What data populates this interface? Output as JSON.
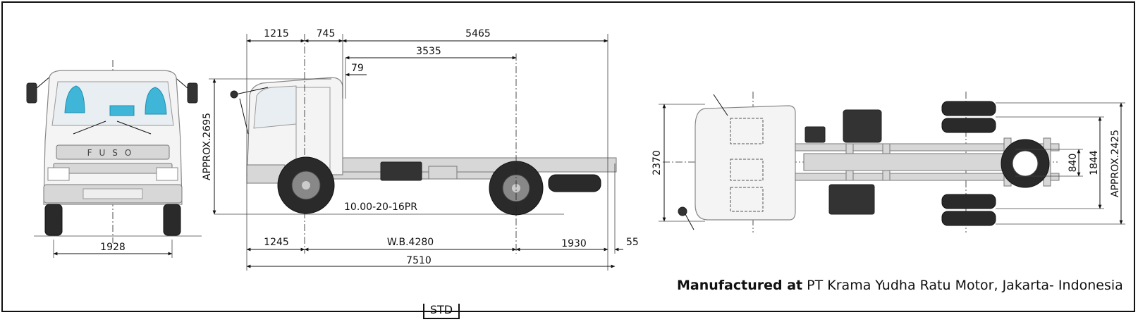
{
  "front_view": {
    "width": "1928",
    "brand": "FUSO"
  },
  "side_view": {
    "top_dims": {
      "overhang_cab": "1215",
      "cab_gap": "745",
      "body_length": "5465",
      "axle_to_axle_inner": "3535",
      "cab_clearance": "79"
    },
    "height": "APPROX.2695",
    "tire_size": "10.00-20-16PR",
    "bottom_dims": {
      "front_overhang": "1245",
      "wheelbase": "W.B.4280",
      "rear_overhang": "1930",
      "rear_extra": "55"
    },
    "overall_length": "7510"
  },
  "top_view": {
    "width_left": "2370",
    "track_rear": "840",
    "frame_width": "1844",
    "overall_width": "APPROX.2425"
  },
  "footer": {
    "label": "Manufactured at",
    "text": "PT Krama Yudha Ratu Motor, Jakarta- Indonesia"
  },
  "stamp": {
    "text": "STD"
  },
  "colors": {
    "seat": "#3fb6d8",
    "line": "#111111",
    "body": "#f4f4f4"
  }
}
